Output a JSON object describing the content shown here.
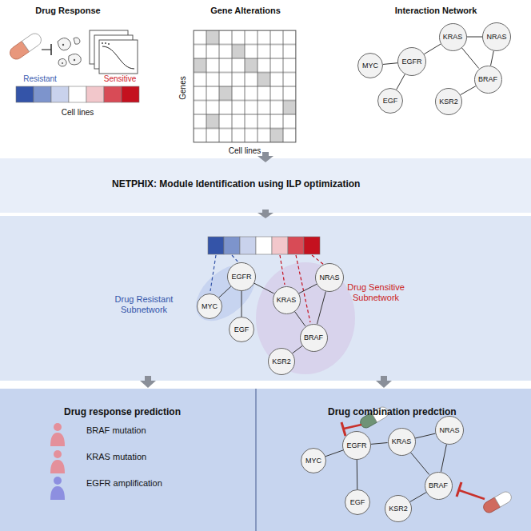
{
  "diagram": {
    "nodes": [
      {
        "text": [
          "MYC"
        ]
      },
      {
        "text": [
          "EGFR"
        ]
      },
      {
        "text": [
          "KRAS"
        ]
      },
      {
        "text": [
          "NRAS"
        ]
      },
      {
        "text": [
          "BRAF"
        ]
      },
      {
        "text": [
          "EGF"
        ]
      },
      {
        "text": [
          "KSR2"
        ]
      },
      {
        "text": [
          "NETPHIX: Module Identification using ILP optimization"
        ]
      },
      {
        "text": [
          "MYC"
        ]
      },
      {
        "text": [
          "EGFR"
        ]
      },
      {
        "text": [
          "KRAS"
        ]
      },
      {
        "text": [
          "NRAS"
        ]
      },
      {
        "text": [
          "BRAF"
        ]
      },
      {
        "text": [
          "EGF"
        ]
      },
      {
        "text": [
          "KSR2"
        ]
      },
      {
        "text": [
          "Drug response prediction",
          "BRAF mutation",
          "KRAS mutation",
          "EGFR amplification"
        ]
      },
      {
        "text": [
          "Drug combination predction"
        ]
      },
      {
        "text": [
          "MYC"
        ],
        "in": 16
      },
      {
        "text": [
          "EGFR"
        ],
        "in": 16
      },
      {
        "text": [
          "KRAS"
        ],
        "in": 16
      },
      {
        "text": [
          "NRAS"
        ],
        "in": 16
      },
      {
        "text": [
          "BRAF"
        ],
        "in": 16
      },
      {
        "text": [
          "EGF"
        ],
        "in": 16
      },
      {
        "text": [
          "KSR2"
        ],
        "in": 16
      }
    ],
    "edges": [
      {
        "from": 0,
        "to": 1,
        "arrow": "none"
      },
      {
        "from": 1,
        "to": 5,
        "arrow": "none"
      },
      {
        "from": 1,
        "to": 2,
        "arrow": "none"
      },
      {
        "from": 2,
        "to": 3,
        "arrow": "none"
      },
      {
        "from": 2,
        "to": 4,
        "arrow": "none"
      },
      {
        "from": 3,
        "to": 4,
        "arrow": "none"
      },
      {
        "from": 4,
        "to": 6,
        "arrow": "none"
      },
      {
        "from": 8,
        "to": 9,
        "arrow": "none"
      },
      {
        "from": 9,
        "to": 13,
        "arrow": "none"
      },
      {
        "from": 9,
        "to": 10,
        "arrow": "none"
      },
      {
        "from": 10,
        "to": 11,
        "arrow": "none"
      },
      {
        "from": 10,
        "to": 12,
        "arrow": "none"
      },
      {
        "from": 11,
        "to": 12,
        "arrow": "none"
      },
      {
        "from": 12,
        "to": 14,
        "arrow": "none"
      },
      {
        "from": 17,
        "to": 18,
        "arrow": "none"
      },
      {
        "from": 18,
        "to": 22,
        "arrow": "none"
      },
      {
        "from": 18,
        "to": 19,
        "arrow": "none"
      },
      {
        "from": 19,
        "to": 20,
        "arrow": "none"
      },
      {
        "from": 19,
        "to": 21,
        "arrow": "none"
      },
      {
        "from": 20,
        "to": 21,
        "arrow": "none"
      },
      {
        "from": 21,
        "to": 23,
        "arrow": "none"
      }
    ],
    "labels": [
      "Drug Response",
      "Gene Alterations",
      "Interaction Network",
      "Resistant",
      "Sensitive",
      "Cell lines",
      "Genes",
      "Cell lines",
      "Drug Resistant Subnetwork",
      "Drug Sensitive Subnetwork"
    ]
  }
}
